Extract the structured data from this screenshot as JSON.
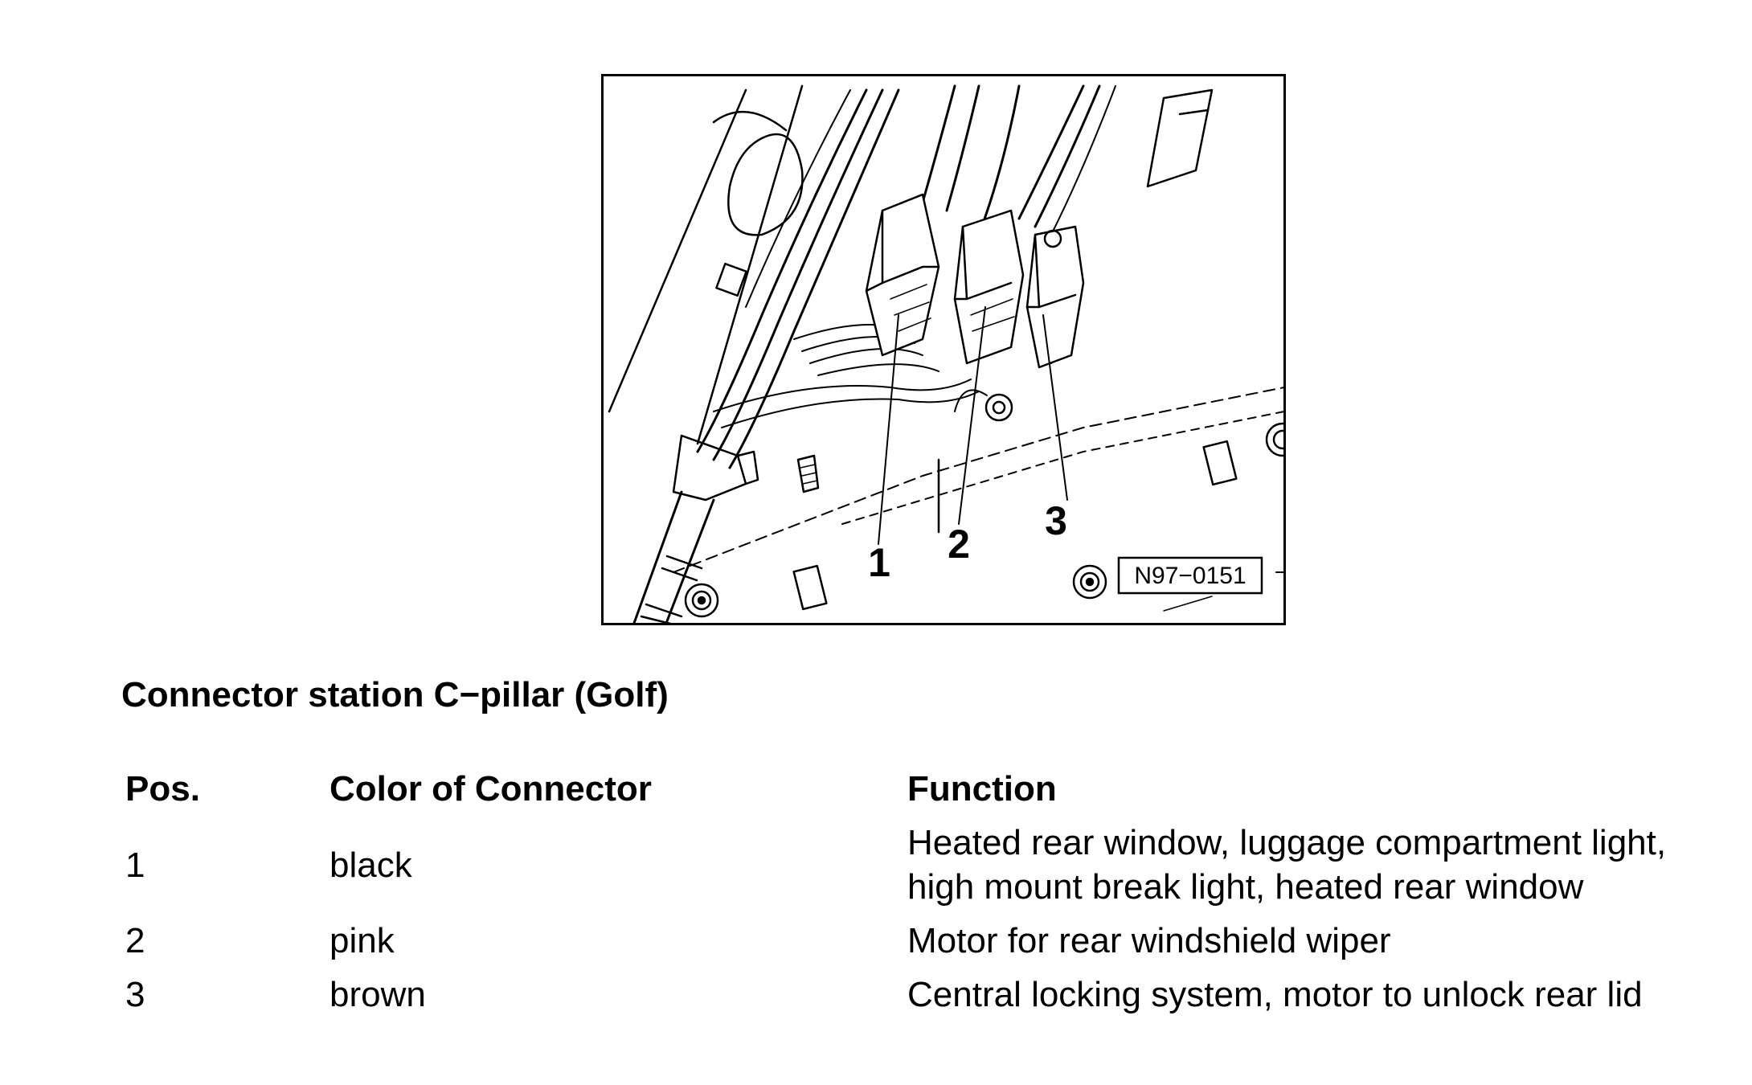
{
  "figure": {
    "callouts": [
      "1",
      "2",
      "3"
    ],
    "figure_code": "N97−0151"
  },
  "title": "Connector station C−pillar (Golf)",
  "table": {
    "headers": {
      "pos": "Pos.",
      "color": "Color of Connector",
      "function": "Function"
    },
    "rows": [
      {
        "pos": "1",
        "color": "black",
        "function_lines": [
          "Heated rear window, luggage compartment light,",
          "high mount break light, heated rear window"
        ]
      },
      {
        "pos": "2",
        "color": "pink",
        "function_lines": [
          "Motor for rear windshield wiper"
        ]
      },
      {
        "pos": "3",
        "color": "brown",
        "function_lines": [
          "Central locking system, motor to unlock rear lid"
        ]
      }
    ]
  }
}
